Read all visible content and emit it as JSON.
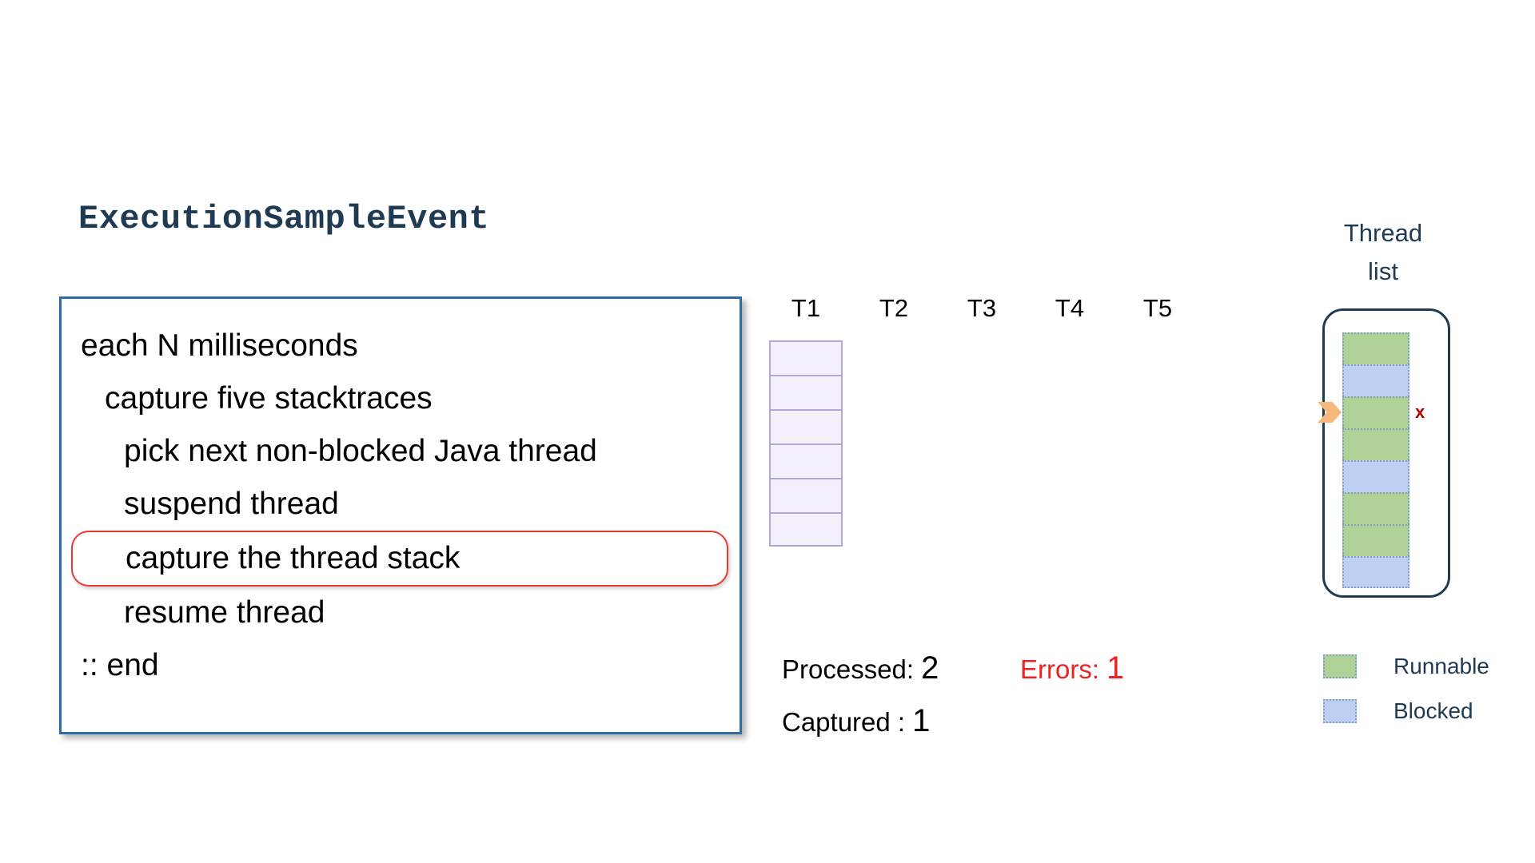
{
  "slide": {
    "title": "ExecutionSampleEvent"
  },
  "pseudocode": {
    "lines": [
      {
        "text": "each N milliseconds",
        "indent": 0,
        "highlighted": false
      },
      {
        "text": "capture five stacktraces",
        "indent": 1,
        "highlighted": false
      },
      {
        "text": "pick next non-blocked Java thread",
        "indent": 2,
        "highlighted": false
      },
      {
        "text": "suspend thread",
        "indent": 2,
        "highlighted": false
      },
      {
        "text": "capture the thread stack",
        "indent": 2,
        "highlighted": true
      },
      {
        "text": "resume thread",
        "indent": 2,
        "highlighted": false
      },
      {
        "text": ":: end",
        "indent": 0,
        "highlighted": false
      }
    ],
    "border_color": "#2e6da4",
    "highlight_color": "#e8392f"
  },
  "thread_columns": {
    "headers": [
      "T1",
      "T2",
      "T3",
      "T4",
      "T5"
    ],
    "cell_fill": "#f4effa",
    "cell_border": "#b3a4d9",
    "columns": [
      {
        "name": "T1",
        "cells": 6
      },
      {
        "name": "T2",
        "cells": 0
      },
      {
        "name": "T3",
        "cells": 0
      },
      {
        "name": "T4",
        "cells": 0
      },
      {
        "name": "T5",
        "cells": 0
      }
    ]
  },
  "stats": {
    "processed": {
      "label": "Processed:",
      "value": "2"
    },
    "captured": {
      "label": "Captured  :",
      "value": "1"
    },
    "errors": {
      "label": "Errors:",
      "value": "1",
      "color": "#ee2222"
    }
  },
  "thread_list": {
    "title": "Thread\nlist",
    "title_line1": "Thread",
    "title_line2": "list",
    "pointer_index": 2,
    "error_mark": "x",
    "error_mark_color": "#b00000",
    "pointer_color": "#f5b87a",
    "cells": [
      {
        "state": "Runnable"
      },
      {
        "state": "Blocked"
      },
      {
        "state": "Runnable"
      },
      {
        "state": "Runnable"
      },
      {
        "state": "Blocked"
      },
      {
        "state": "Runnable"
      },
      {
        "state": "Runnable"
      },
      {
        "state": "Blocked"
      }
    ]
  },
  "legend": {
    "items": [
      {
        "label": "Runnable",
        "color": "#aed295"
      },
      {
        "label": "Blocked",
        "color": "#bed0f2"
      }
    ]
  }
}
